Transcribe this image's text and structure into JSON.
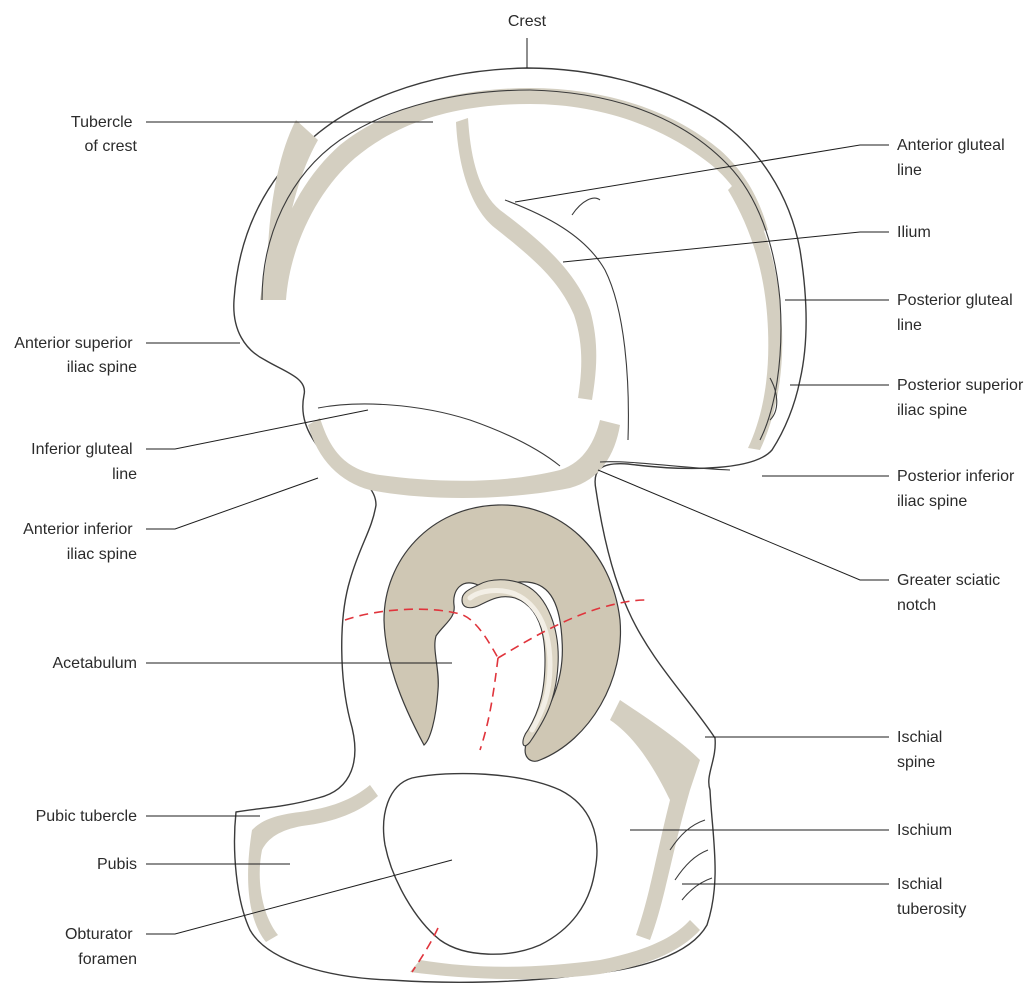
{
  "figure": {
    "background": "#ffffff",
    "bone_fill": "#ffffff",
    "bone_shade": "#d4cfc1",
    "acetabulum_fill": "#cfc7b4",
    "fusion_line_color": "#e0343c",
    "labels": {
      "crest": "Crest",
      "tubercle": [
        "Tubercle",
        "of crest"
      ],
      "anterior_gluteal": [
        "Anterior gluteal",
        "line"
      ],
      "ilium": "Ilium",
      "posterior_gluteal": [
        "Posterior gluteal",
        "line"
      ],
      "asis": [
        "Anterior superior",
        "iliac spine"
      ],
      "psis": [
        "Posterior superior",
        "iliac spine"
      ],
      "inferior_gluteal": [
        "Inferior gluteal",
        "line"
      ],
      "piis": [
        "Posterior  inferior",
        "iliac spine"
      ],
      "aiis": [
        "Anterior inferior",
        "iliac spine"
      ],
      "greater_sciatic": [
        "Greater sciatic",
        "notch"
      ],
      "acetabulum": "Acetabulum",
      "ischial_spine": [
        "Ischial",
        "spine"
      ],
      "pubic_tubercle": "Pubic tubercle",
      "ischium": "Ischium",
      "pubis": "Pubis",
      "ischial_tuberosity": [
        "Ischial",
        "tuberosity"
      ],
      "obturator": [
        "Obturator",
        "foramen"
      ]
    }
  }
}
